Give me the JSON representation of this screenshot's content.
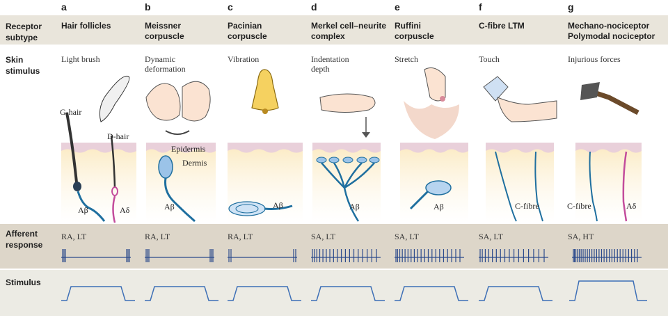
{
  "colors": {
    "header_band": "#e9e5db",
    "afferent_band": "#ddd6c9",
    "stimulus_band": "#ecebe4",
    "epidermis": "#e8cfd8",
    "dermis": "#f8e5b8",
    "nerve_blue": "#1f6f9f",
    "nerve_green": "#6fb34a",
    "spike_blue": "#2b4a8c",
    "trace_blue": "#3d6fb6"
  },
  "row_labels": {
    "receptor": "Receptor subtype",
    "stimulus_skin": "Skin stimulus",
    "afferent": "Afferent response",
    "stimulus": "Stimulus"
  },
  "layers": {
    "epidermis": "Epidermis",
    "dermis": "Dermis"
  },
  "columns": [
    {
      "letter": "a",
      "title": "Hair follicles",
      "stimulus": "Light brush",
      "response": "RA, LT",
      "fibres": [
        "Aβ",
        "Aδ"
      ],
      "extra_labels": [
        "G-hair",
        "D-hair"
      ]
    },
    {
      "letter": "b",
      "title": "Meissner corpuscle",
      "stimulus": "Dynamic deformation",
      "response": "RA, LT",
      "fibres": [
        "Aβ"
      ],
      "extra_labels": []
    },
    {
      "letter": "c",
      "title": "Pacinian corpuscle",
      "stimulus": "Vibration",
      "response": "RA, LT",
      "fibres": [
        "Aβ"
      ],
      "extra_labels": []
    },
    {
      "letter": "d",
      "title": "Merkel cell–neurite complex",
      "stimulus": "Indentation depth",
      "response": "SA, LT",
      "fibres": [
        "Aβ"
      ],
      "extra_labels": []
    },
    {
      "letter": "e",
      "title": "Ruffini corpuscle",
      "stimulus": "Stretch",
      "response": "SA, LT",
      "fibres": [
        "Aβ"
      ],
      "extra_labels": []
    },
    {
      "letter": "f",
      "title": "C-fibre LTM",
      "stimulus": "Touch",
      "response": "SA, LT",
      "fibres": [
        "C-fibre"
      ],
      "extra_labels": []
    },
    {
      "letter": "g",
      "title": "Mechano-nociceptor Polymodal nociceptor",
      "stimulus": "Injurious forces",
      "response": "SA, HT",
      "fibres": [
        "C-fibre",
        "Aδ"
      ],
      "extra_labels": []
    }
  ]
}
